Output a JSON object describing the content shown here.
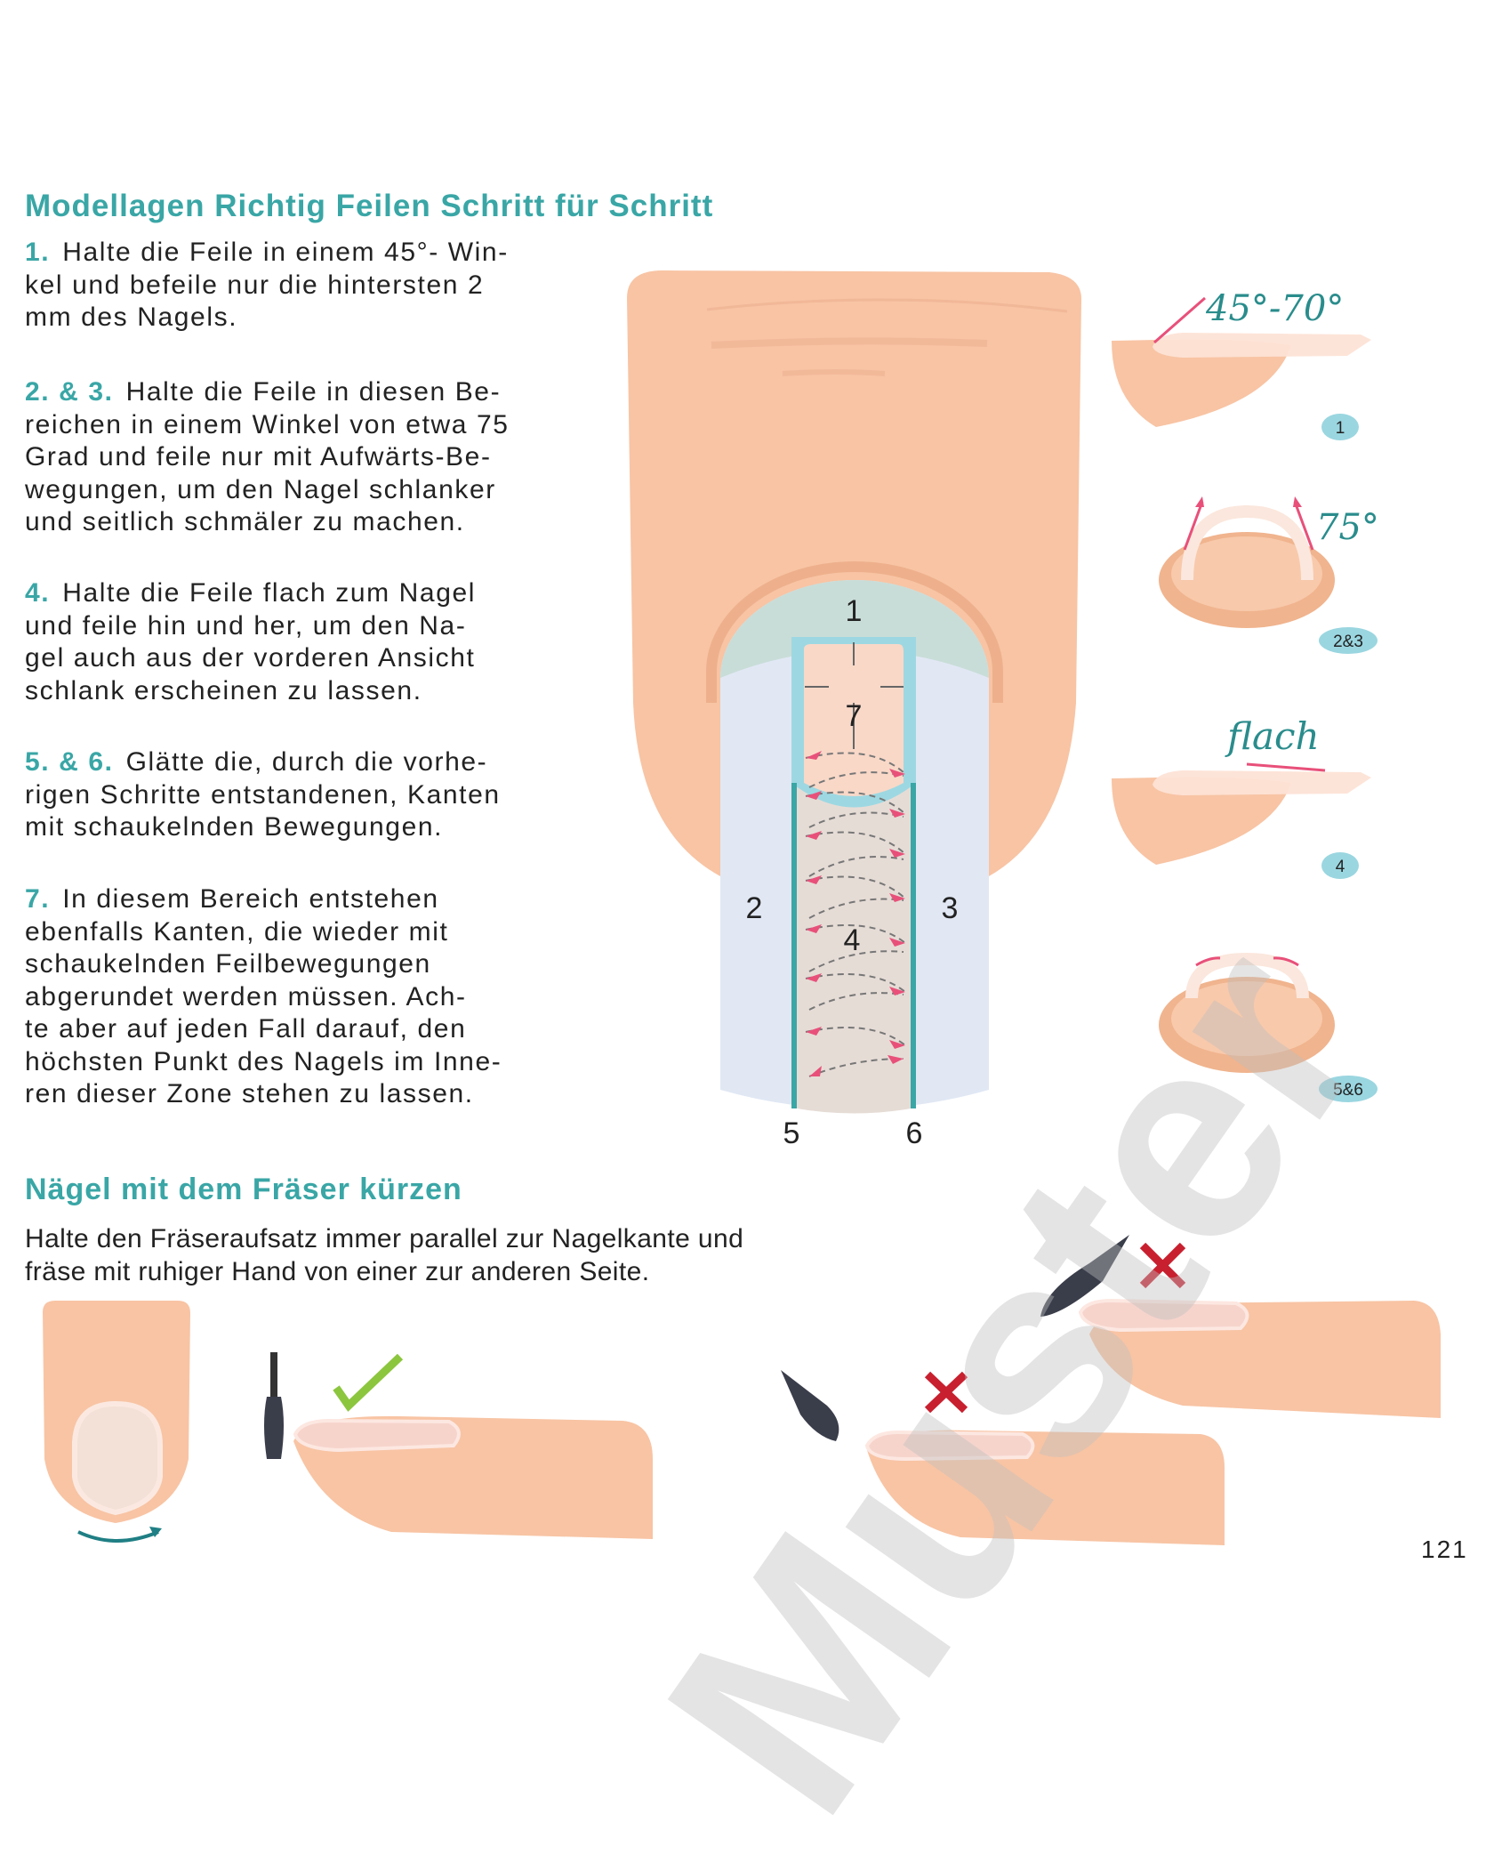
{
  "section1": {
    "title": "Modellagen Richtig Feilen Schritt für Schritt",
    "steps": [
      {
        "num": "1.",
        "lines": [
          "Halte die Feile in einem 45°- Win-",
          "kel und befeile nur die hintersten 2",
          "mm des Nagels."
        ]
      },
      {
        "num": "2. & 3.",
        "lines": [
          "Halte die Feile in diesen Be-",
          "reichen in einem Winkel von etwa 75",
          "Grad und feile nur mit Aufwärts-Be-",
          "wegungen, um den Nagel schlanker",
          "und seitlich schmäler zu machen."
        ]
      },
      {
        "num": "4.",
        "lines": [
          "Halte die Feile flach zum Nagel",
          "und feile hin und her, um den Na-",
          "gel auch aus der vorderen Ansicht",
          "schlank erscheinen zu lassen."
        ]
      },
      {
        "num": "5. & 6.",
        "lines": [
          "Glätte die, durch die vorhe-",
          "rigen Schritte entstandenen, Kanten",
          "mit schaukelnden Bewegungen."
        ]
      },
      {
        "num": "7.",
        "lines": [
          "In diesem Bereich entstehen",
          "ebenfalls Kanten, die wieder mit",
          "schaukelnden Feilbewegungen",
          "abgerundet werden müssen. Ach-",
          "te aber auf jeden Fall darauf, den",
          "höchsten Punkt des Nagels im Inne-",
          "ren dieser Zone stehen zu lassen."
        ]
      }
    ]
  },
  "diagram": {
    "zone_labels": [
      "1",
      "2",
      "3",
      "4",
      "5",
      "6",
      "7"
    ],
    "side_views": [
      {
        "annotation": "45°-70°",
        "badge": "1"
      },
      {
        "annotation": "75°",
        "badge": "2&3"
      },
      {
        "annotation": "flach",
        "badge": "4"
      },
      {
        "annotation": "",
        "badge": "5&6"
      }
    ]
  },
  "section2": {
    "title": "Nägel mit dem Fräser kürzen",
    "lines": [
      "Halte den Fräseraufsatz immer parallel zur Nagelkante und",
      "fräse mit ruhiger Hand von einer zur anderen Seite."
    ]
  },
  "page_number": "121",
  "watermark": "Muster",
  "colors": {
    "accent": "#3aa6a6",
    "skin": "#f8c4a4",
    "badge": "#9ad6e0",
    "arrow": "#e8507a",
    "check": "#8cc63f",
    "cross": "#c8202f"
  }
}
